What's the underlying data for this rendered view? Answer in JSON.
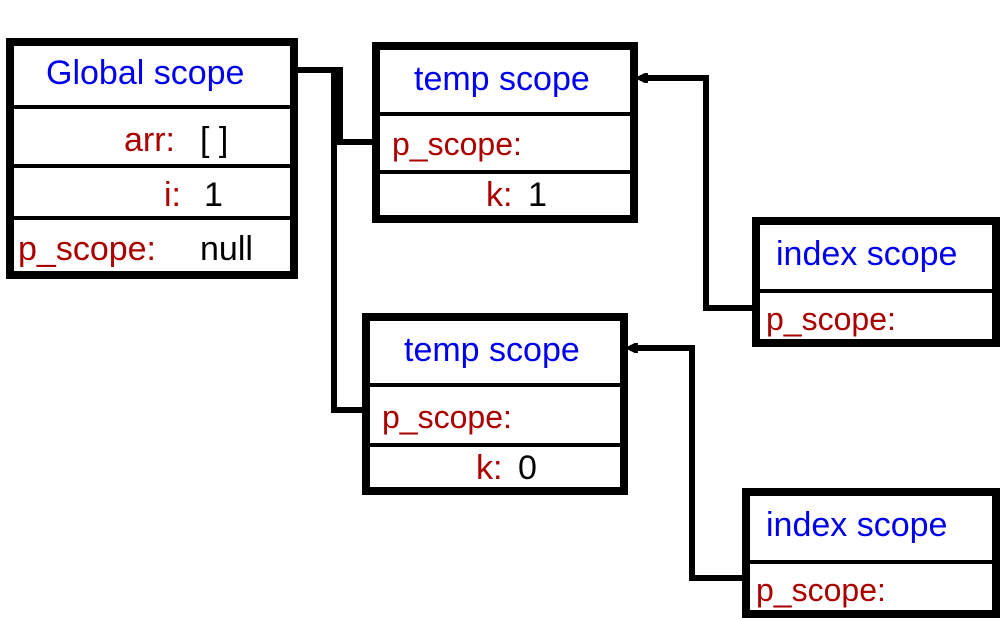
{
  "global": {
    "title": "Global scope",
    "rows": [
      {
        "label": "arr:",
        "value": "[ ]"
      },
      {
        "label": "i:",
        "value": "1"
      },
      {
        "label": "p_scope:",
        "value": "null"
      }
    ]
  },
  "temp1": {
    "title": "temp scope",
    "p_scope_label": "p_scope:",
    "k_label": "k:",
    "k_value": "1"
  },
  "temp2": {
    "title": "temp scope",
    "p_scope_label": "p_scope:",
    "k_label": "k:",
    "k_value": "0"
  },
  "index1": {
    "title": "index scope",
    "p_scope_label": "p_scope:"
  },
  "index2": {
    "title": "index scope",
    "p_scope_label": "p_scope:"
  },
  "colors": {
    "title": "#0000ee",
    "label": "#aa0000",
    "value": "#000000",
    "border": "#000000"
  }
}
